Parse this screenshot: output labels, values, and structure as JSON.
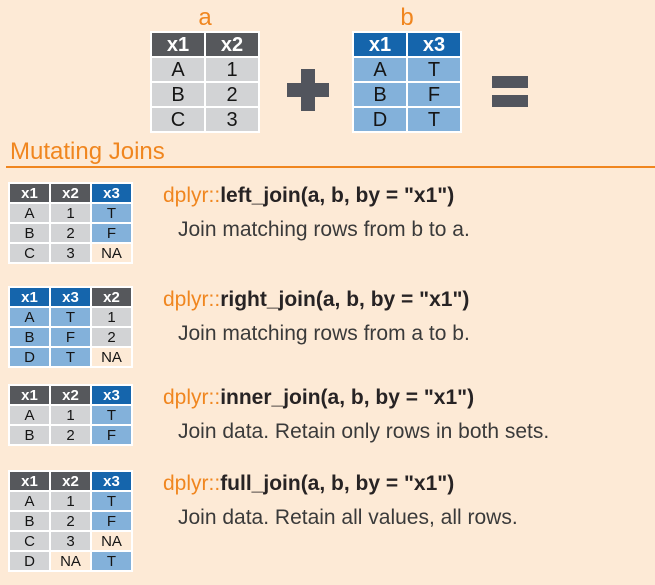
{
  "colors": {
    "background": "#fdead6",
    "accent_orange": "#f0861f",
    "header_gray": "#56585c",
    "cell_gray": "#d2d3d5",
    "header_blue": "#1565ac",
    "cell_blue": "#83b1da",
    "na_text_gray": "#aeb0b3",
    "operator_gray": "#52555d",
    "code_text": "#272324",
    "description_text": "#3a3a3a"
  },
  "operators": {
    "plus": "+",
    "equals": "="
  },
  "input_tables": {
    "a": {
      "label": "a",
      "headers": [
        "x1",
        "x2"
      ],
      "rows": [
        [
          "A",
          "1"
        ],
        [
          "B",
          "2"
        ],
        [
          "C",
          "3"
        ]
      ]
    },
    "b": {
      "label": "b",
      "headers": [
        "x1",
        "x3"
      ],
      "rows": [
        [
          "A",
          "T"
        ],
        [
          "B",
          "F"
        ],
        [
          "D",
          "T"
        ]
      ]
    }
  },
  "section_title": "Mutating Joins",
  "joins": [
    {
      "package": "dplyr::",
      "function": "left_join",
      "args": "(a, b, by = \"x1\")",
      "description": "Join matching rows from b to a.",
      "result": {
        "headers": [
          "x1",
          "x2",
          "x3"
        ],
        "rows": [
          [
            "A",
            "1",
            "T"
          ],
          [
            "B",
            "2",
            "F"
          ],
          [
            "C",
            "3",
            "NA"
          ]
        ]
      }
    },
    {
      "package": "dplyr::",
      "function": "right_join",
      "args": "(a, b, by = \"x1\")",
      "description": "Join matching rows from a to b.",
      "result": {
        "headers": [
          "x1",
          "x3",
          "x2"
        ],
        "rows": [
          [
            "A",
            "T",
            "1"
          ],
          [
            "B",
            "F",
            "2"
          ],
          [
            "D",
            "T",
            "NA"
          ]
        ]
      }
    },
    {
      "package": "dplyr::",
      "function": "inner_join",
      "args": "(a, b, by = \"x1\")",
      "description": "Join data. Retain only rows in both sets.",
      "result": {
        "headers": [
          "x1",
          "x2",
          "x3"
        ],
        "rows": [
          [
            "A",
            "1",
            "T"
          ],
          [
            "B",
            "2",
            "F"
          ]
        ]
      }
    },
    {
      "package": "dplyr::",
      "function": "full_join",
      "args": "(a, b, by = \"x1\")",
      "description": "Join data. Retain all values, all rows.",
      "result": {
        "headers": [
          "x1",
          "x2",
          "x3"
        ],
        "rows": [
          [
            "A",
            "1",
            "T"
          ],
          [
            "B",
            "2",
            "F"
          ],
          [
            "C",
            "3",
            "NA"
          ],
          [
            "D",
            "NA",
            "T"
          ]
        ]
      }
    }
  ]
}
